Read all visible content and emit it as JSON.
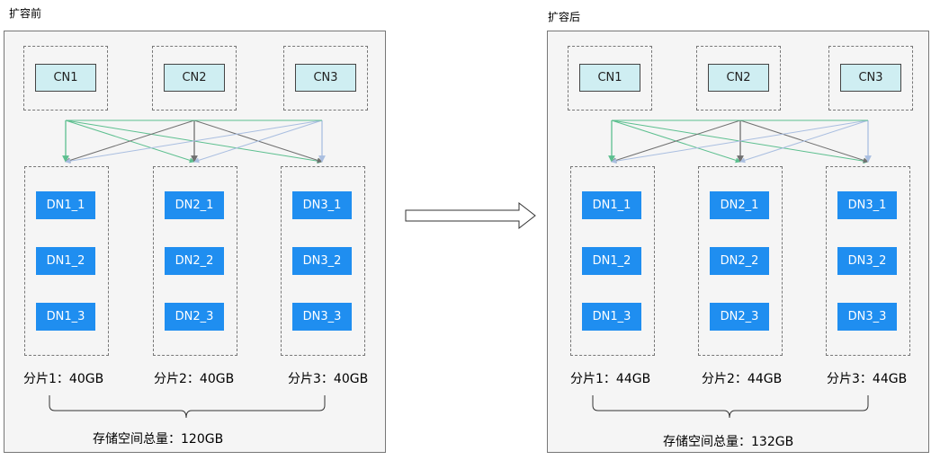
{
  "colors": {
    "panel_bg": "#f5f5f5",
    "cn_fill": "#cfeef2",
    "dn_fill": "#1f8ef0",
    "link_green": "#5cbf8f",
    "link_gray": "#707070",
    "link_blue": "#a9bee0"
  },
  "before": {
    "title": "扩容前",
    "cn": [
      "CN1",
      "CN2",
      "CN3"
    ],
    "dn": [
      [
        "DN1_1",
        "DN1_2",
        "DN1_3"
      ],
      [
        "DN2_1",
        "DN2_2",
        "DN2_3"
      ],
      [
        "DN3_1",
        "DN3_2",
        "DN3_3"
      ]
    ],
    "shards": [
      "分片1：40GB",
      "分片2：40GB",
      "分片3：40GB"
    ],
    "total": "存储空间总量：120GB"
  },
  "after": {
    "title": "扩容后",
    "cn": [
      "CN1",
      "CN2",
      "CN3"
    ],
    "dn": [
      [
        "DN1_1",
        "DN1_2",
        "DN1_3"
      ],
      [
        "DN2_1",
        "DN2_2",
        "DN2_3"
      ],
      [
        "DN3_1",
        "DN3_2",
        "DN3_3"
      ]
    ],
    "shards": [
      "分片1：44GB",
      "分片2：44GB",
      "分片3：44GB"
    ],
    "total": "存储空间总量：132GB"
  },
  "transition_arrow_icon": "right-arrow-icon"
}
